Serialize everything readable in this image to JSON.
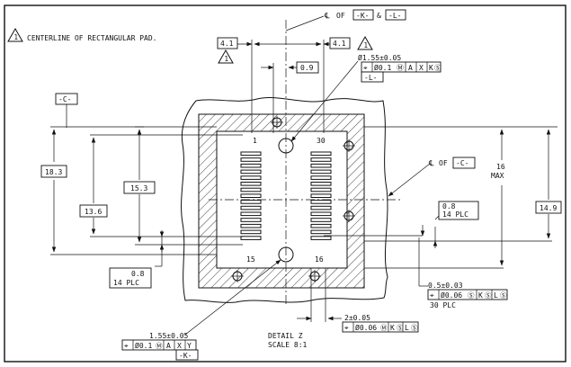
{
  "note": {
    "flag": "1",
    "text": "CENTERLINE OF RECTANGULAR PAD."
  },
  "centerline_top": {
    "symbol": "℄",
    "of": "OF",
    "datum_k": "-K-",
    "amp": "&",
    "datum_l": "-L-"
  },
  "dims": {
    "left_4_1": "4.1",
    "right_4_1": "4.1",
    "flag_under_left": "1",
    "flag_right": "1",
    "d_0_9": "0.9",
    "hole_top_dia": "Ø1.55±0.05",
    "hole_top_fcf": {
      "sym": "⌖",
      "tol": "Ø0.1",
      "mod": "Ⓜ",
      "ref1": "A",
      "ref2": "X",
      "ref3": "K",
      "ref3_mod": "Ⓢ"
    },
    "hole_top_datum": "-L-",
    "datum_c": "-C-",
    "d_18_3": "18.3",
    "d_15_3": "15.3",
    "d_13_6": "13.6",
    "cl_c_symbol": "℄",
    "cl_c_of": "OF",
    "cl_c_datum": "-C-",
    "d_16": "16",
    "d_max": "MAX",
    "d_14_9": "14.9",
    "d_0_8_right": "0.8",
    "plc_14_right": "14 PLC",
    "d_0_8_left": "0.8",
    "plc_14_left": "14 PLC",
    "pin_1": "1",
    "pin_30": "30",
    "pin_15": "15",
    "pin_16": "16",
    "slot_dim": "0.5±0.03",
    "slot_fcf": {
      "sym": "⌖",
      "tol": "Ø0.06",
      "mod": "Ⓢ",
      "ref1": "K",
      "ref1_mod": "Ⓢ",
      "ref2": "L",
      "ref2_mod": "Ⓢ"
    },
    "slot_plc": "30 PLC",
    "pitch_dim": "2±0.05",
    "pitch_fcf": {
      "sym": "⌖",
      "tol": "Ø0.06",
      "mod": "Ⓜ",
      "ref1": "K",
      "ref1_mod": "Ⓢ",
      "ref2": "L",
      "ref2_mod": "Ⓢ"
    },
    "hole_bot_dia": "1.55±0.05",
    "hole_bot_fcf": {
      "sym": "⌖",
      "tol": "Ø0.1",
      "mod": "Ⓜ",
      "ref1": "A",
      "ref2": "X",
      "ref3": "Y"
    },
    "hole_bot_datum": "-K-"
  },
  "detail": {
    "line1": "DETAIL  Z",
    "line2": "SCALE  8:1"
  }
}
